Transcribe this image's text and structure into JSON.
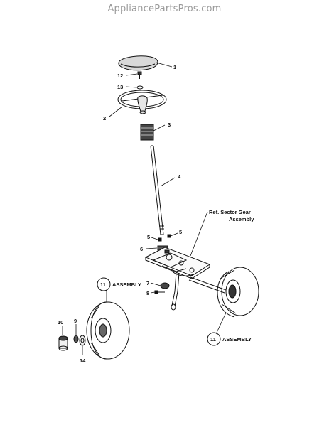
{
  "watermark": "AppliancePartsPros.com",
  "callouts": {
    "c1": "1",
    "c2": "2",
    "c3": "3",
    "c4": "4",
    "c5a": "5",
    "c5b": "5",
    "c6": "6",
    "c7": "7",
    "c8": "8",
    "c9": "9",
    "c10": "10",
    "c11a": "11",
    "c11b": "11",
    "c12": "12",
    "c13": "13",
    "c14": "14"
  },
  "labels": {
    "assembly_left": "ASSEMBLY",
    "assembly_right": "ASSEMBLY",
    "ref_line1": "Ref. Sector Gear",
    "ref_line2": "Assembly"
  }
}
